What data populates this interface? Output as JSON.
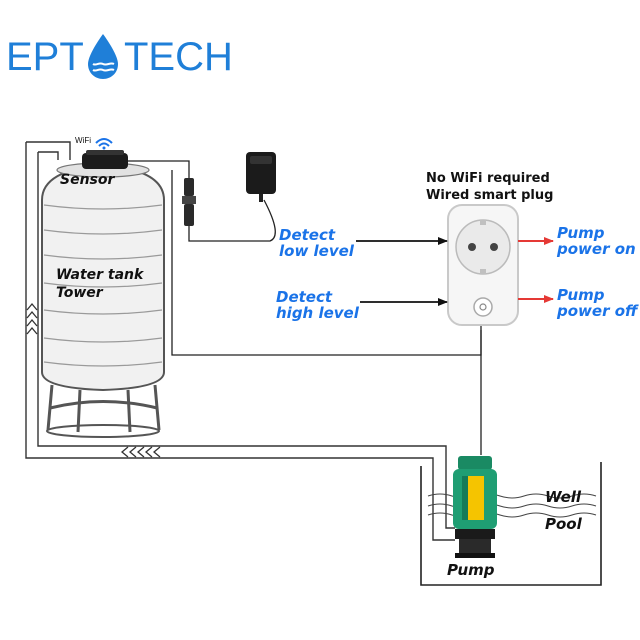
{
  "brand": {
    "prefix": "EPT",
    "suffix": "TECH",
    "color": "#1f7fd8"
  },
  "labels": {
    "wifi": "WiFi",
    "sensor": "Sensor",
    "tank_line1": "Water tank",
    "tank_line2": "Tower",
    "plug_note_line1": "No WiFi required",
    "plug_note_line2": "Wired smart plug",
    "detect_low_line1": "Detect",
    "detect_low_line2": "low level",
    "detect_high_line1": "Detect",
    "detect_high_line2": "high level",
    "pump_on_line1": "Pump",
    "pump_on_line2": "power on",
    "pump_off_line1": "Pump",
    "pump_off_line2": "power off",
    "well_line1": "Well",
    "well_line2": "Pool",
    "pump": "Pump"
  },
  "colors": {
    "accent_blue": "#1a73e8",
    "arrow_red": "#e53935",
    "pump_green": "#1f9e73",
    "line": "#222222"
  }
}
